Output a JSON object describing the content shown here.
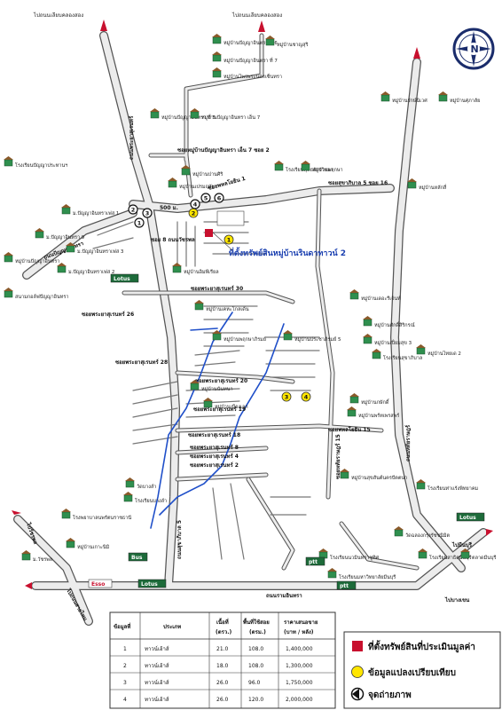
{
  "compass": {
    "letter": "N"
  },
  "roads": {
    "top_left": "ไปถนนเลียบคลองสอง",
    "top_center": "ไปถนนเลียบคลองสอง",
    "soi_phanthai": "ซอยพหลโยธิน 1",
    "soi_7_8": "ซอยหมู่บ้านปัญญาอินทรา เอ็น 7 ซอย 2",
    "soi_sukhapiban": "ซอยสุขาภิบาล 5 ซอย 16",
    "soi_30": "ซอยพระยาสุเรนทร์ 30",
    "soi_26": "ซอยพระยาสุเรนทร์ 26",
    "soi_28": "ซอยพระยาสุเรนทร์ 28",
    "soi_20": "ซอยพระยาสุเรนทร์ 20",
    "soi_19": "ซอยพระยาสุเรนทร์ 19",
    "soi_18": "ซอยพระยาสุเรนทร์ 18",
    "soi_8": "ซอยพระยาสุเรนทร์ 8",
    "soi_4": "ซอยพระยาสุเรนทร์ 4",
    "soi_2": "ซอยพระยาสุเรนทร์ 2",
    "soi_phahon_15": "ซอยพหลโยธิน 15",
    "main_vertical": "ถนนพระยาสุเรนทร์",
    "main_horizontal": "ถนนรามอินทรา",
    "main_right": "ถนนหทัยราษฎร์",
    "to_bangkok": "ไปบางเขน",
    "to_minburi": "ไปมีนบุรี",
    "to_left": "ไปวัชรพล",
    "to_bottom_left": "ไปถนนสายไหม",
    "soi_right_lower": "ซอยหทัยราษฎร์ 15",
    "soi_left_panya": "ถนนปัญญาอินทรา",
    "soi_sub": "ซอย 8 ถนนวัชรพล",
    "dist_label": "500 ม.",
    "road_label_2": "ถนนสุขาภิบาล 5"
  },
  "places": [
    "หมู่บ้านปัญญาอินทรา ที่ 6",
    "หมู่บ้านชาญสุริ",
    "หมู่บ้านปัญญาอินทรา ที่ 7",
    "หมู่บ้านไพรพระนครเซ็นทรา",
    "หมู่บ้านปัญญาอินทรา ที่ 5",
    "หมู่บ้านปัญญาอินทรา เอ็น 7",
    "หมู่บ้านรักษ์นิเวศ",
    "หมู่บ้านศุภาลัย",
    "โรงเรียนปัญญาประทานฯ",
    "หมู่บ้านปานศิริ",
    "หมู่บ้านเปรมฤทัย",
    "โรงเรียนพุทธจักรวิทยา",
    "หมู่บ้านพฤกษา",
    "หมู่บ้านหลักสี่",
    "ม.ปัญญาอินทราเฟส 1",
    "ม.ปัญญาอินทรา 9",
    "ม.ปัญญาอินทราเฟส 3",
    "ม.ปัญญาอินทราเฟส 2",
    "หมู่บ้านปัญญาอินทรา",
    "สนามกอล์ฟปัญญาอินทรา",
    "หมู่บ้านอิมพีเรียล",
    "Lotus",
    "หมู่บ้านเคหะโกลเด้น",
    "หมู่บ้านพฤกษาภิรมย์",
    "หมู่บ้านประชาภิรมย์ 5",
    "หมู่บ้านเดอะรีเจ้นท์",
    "หมู่บ้านศักดิ์สิริกรณ์",
    "หมู่บ้านเปี่ยมสุข 3",
    "หมู่บ้านไทยเด 2",
    "โรงเรียนสุขาภิบาล",
    "หมู่บ้านนันทนา",
    "หมู่บ้านเมืองเอก",
    "หมู่บ้านกษักดิ์",
    "หมู่บ้านพร์ทเพรสพร์",
    "หมู่บ้านสุขสันต์นครปัตตนา",
    "วัดบางลำ",
    "โรงเรียนบางลำ",
    "โรงพยาบาลนพรัตนราชธานี",
    "ม.วัชรพล",
    "หมู่บ้านเกาะนิมิ",
    "โรงเรียนท่าแร้งพิทยาคม",
    "โรงเรียนนวมินทราชูทิศ",
    "โรงเรียนสาธิตมีนบุรี",
    "ตลาดมีนบุรี",
    "วัดฉลองกรุงรัชชนิมิต",
    "Lotus",
    "ptt",
    "ptt",
    "Esso",
    "Lotus",
    "โรงเรียนมหาวิทยาลัยมีนบุรี",
    "Bus"
  ],
  "subject": {
    "label": "ที่ตั้งทรัพย์สินหมู่บ้านรินดาทาวน์ 2"
  },
  "markers": {
    "photo_points": [
      "1",
      "2",
      "3",
      "4",
      "5",
      "6"
    ],
    "comparison_points": [
      "1",
      "2",
      "3",
      "4"
    ]
  },
  "table": {
    "headers": {
      "no": "ข้อมูลที่",
      "type": "ประเภท",
      "land_area": "เนื้อที่",
      "land_area_unit": "(ตรว.)",
      "usable_area": "พื้นที่ใช้สอย",
      "usable_area_unit": "(ตรม.)",
      "price": "ราคาเสนอขาย",
      "price_unit": "(บาท / หลัง)"
    },
    "rows": [
      {
        "no": "1",
        "type": "ทาวน์เฮ้าส์",
        "land": "21.0",
        "usable": "108.0",
        "price": "1,400,000"
      },
      {
        "no": "2",
        "type": "ทาวน์เฮ้าส์",
        "land": "18.0",
        "usable": "108.0",
        "price": "1,300,000"
      },
      {
        "no": "3",
        "type": "ทาวน์เฮ้าส์",
        "land": "26.0",
        "usable": "96.0",
        "price": "1,750,000"
      },
      {
        "no": "4",
        "type": "ทาวน์เฮ้าส์",
        "land": "26.0",
        "usable": "120.0",
        "price": "2,000,000"
      }
    ]
  },
  "legend": {
    "property": "ที่ตั้งทรัพย์สินที่ประเมินมูลค่า",
    "comparison": "ข้อมูลแปลงเปรียบเทียบ",
    "photo": "จุดถ่ายภาพ"
  },
  "colors": {
    "property": "#c8102e",
    "comparison": "#ffe600",
    "canal": "#1f4fc9",
    "road_fill": "#e8e8e8",
    "road_edge": "#555555",
    "title_blue": "#1a3fb0"
  }
}
